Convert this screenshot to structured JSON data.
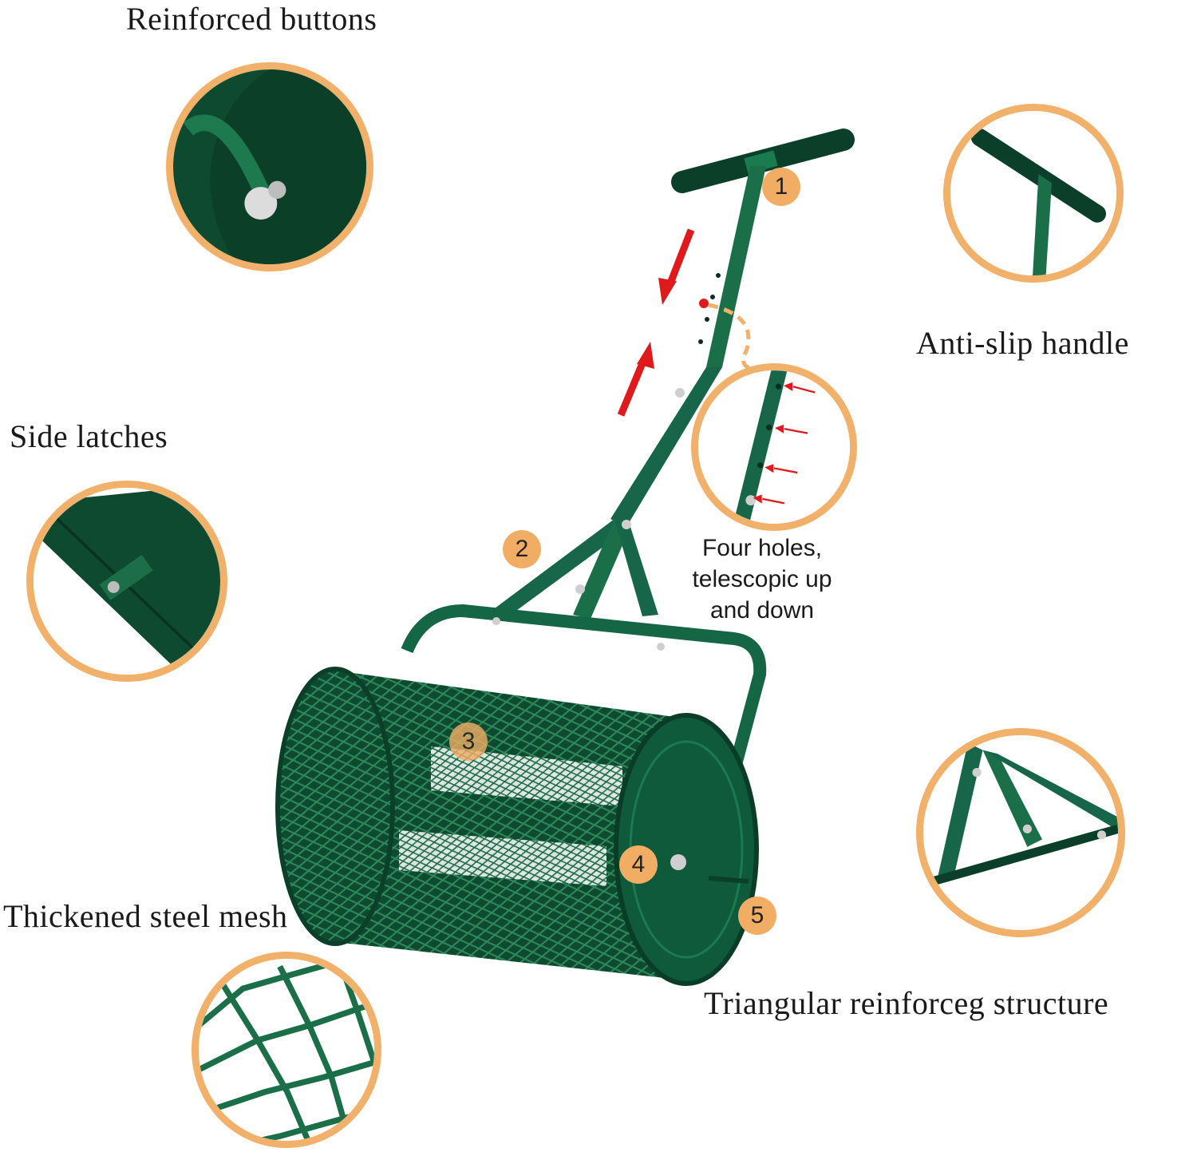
{
  "labels": {
    "reinforced_buttons": "Reinforced buttons",
    "anti_slip_handle": "Anti-slip handle",
    "side_latches": "Side latches",
    "thickened_steel_mesh": "Thickened steel mesh",
    "triangular_structure": "Triangular reinforceg structure"
  },
  "telescopic_note": [
    "Four holes,",
    "telescopic up",
    "and down"
  ],
  "badges": [
    "1",
    "2",
    "3",
    "4",
    "5"
  ],
  "colors": {
    "callout_ring": "#f2b16a",
    "badge": "#f2ad64",
    "product_green": "#0f5a3a",
    "arrow_red": "#e0191c"
  }
}
